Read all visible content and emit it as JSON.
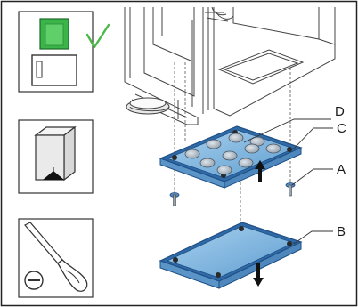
{
  "callouts": {
    "a": "A",
    "b": "B",
    "c": "C",
    "d": "D"
  },
  "colors": {
    "tray_fill": "#7fb5dd",
    "tray_stroke": "#1f4f86",
    "switch_green": "#3bb54a",
    "check_green": "#4cb848",
    "line": "#333333"
  },
  "icons": {
    "panel_1": "power-switch-off-icon",
    "panel_1_check": "checkmark-icon",
    "panel_2": "cabinet-bottom-access-icon",
    "panel_3": "flat-screwdriver-icon"
  }
}
